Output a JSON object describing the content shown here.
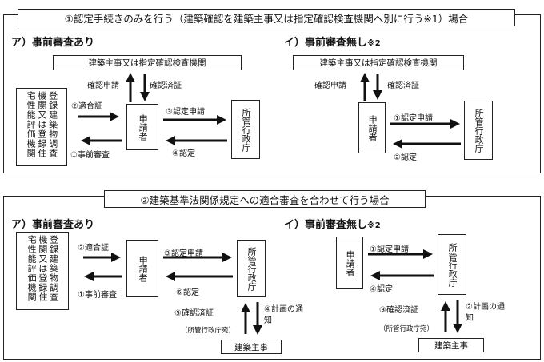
{
  "section1": {
    "title": "①認定手続きのみを行う（建築確認を建築主事又は指定確認検査機関へ別に行う※1）場合",
    "left": {
      "heading": "ア）事前審査あり",
      "top_box": "建築主事又は指定確認検査機関",
      "eval_box": "登録建築物調査機関又は登録住宅性能評価機関",
      "applicant": "申請者",
      "office": "所管行政庁",
      "labels": {
        "confirm_request": "確認申請",
        "confirm_done": "確認済証",
        "conformity": "②適合証",
        "pre_review": "①事前審査",
        "cert_request": "③認定申請",
        "cert": "④認定"
      }
    },
    "right": {
      "heading": "イ）事前審査無し",
      "heading_note": "※2",
      "top_box": "建築主事又は指定確認検査機関",
      "applicant": "申請者",
      "office": "所管行政庁",
      "labels": {
        "confirm_request": "確認申請",
        "confirm_done": "確認済証",
        "cert_request": "①認定申請",
        "cert": "②認定"
      }
    }
  },
  "section2": {
    "title": "②建築基準法関係規定への適合審査を合わせて行う場合",
    "left": {
      "heading": "ア）事前審査あり",
      "eval_box": "登録建築物調査機関又は登録住宅性能評価機関",
      "applicant": "申請者",
      "office": "所管行政庁",
      "bottom_box": "建築主事",
      "labels": {
        "conformity": "②適合証",
        "pre_review": "①事前審査",
        "cert_request": "③認定申請",
        "cert": "⑥認定",
        "confirm_done": "⑤確認済証",
        "office_note": "（所管行政庁宛）",
        "plan_notice": "④計画の通知"
      }
    },
    "right": {
      "heading": "イ）事前審査無し",
      "heading_note": "※2",
      "applicant": "申請者",
      "office": "所管行政庁",
      "bottom_box": "建築主事",
      "labels": {
        "cert_request": "①認定申請",
        "cert": "④認定",
        "confirm_done": "③確認済証",
        "office_note": "（所管行政庁宛）",
        "plan_notice": "②計画の通知"
      }
    }
  }
}
